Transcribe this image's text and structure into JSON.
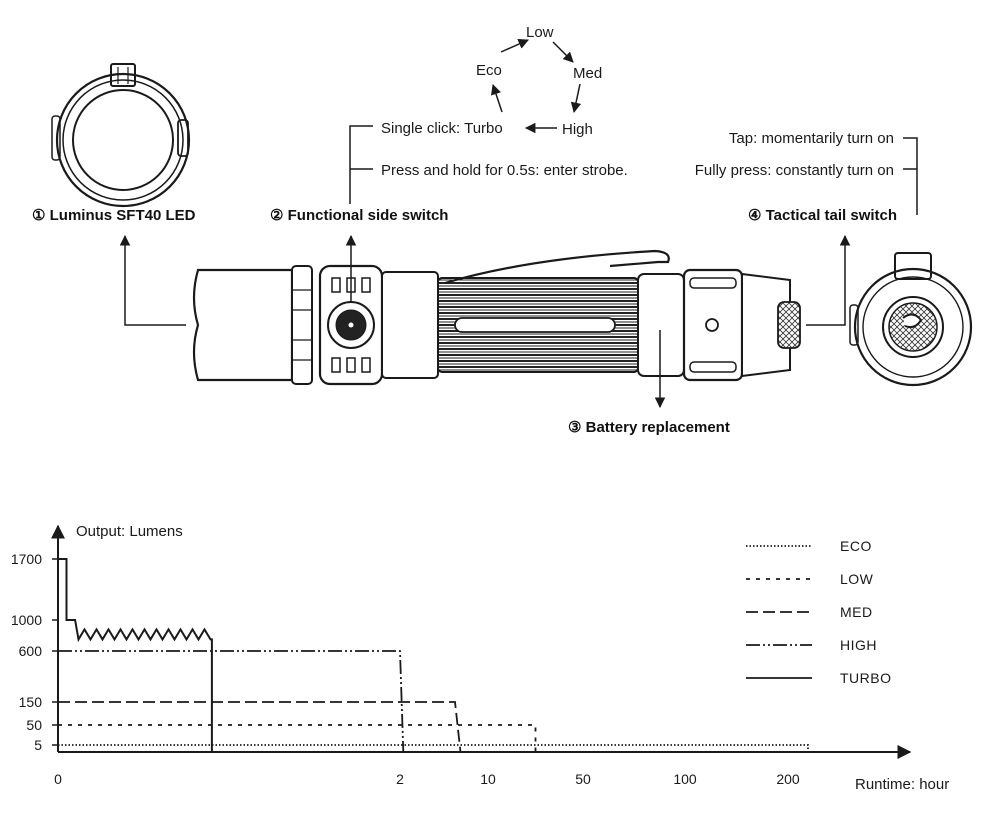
{
  "callouts": {
    "led": "① Luminus SFT40 LED",
    "side_switch": "② Functional side switch",
    "battery": "③ Battery replacement",
    "tail_switch": "④ Tactical tail switch"
  },
  "side_switch_modes": {
    "cycle": [
      "Low",
      "Med",
      "High",
      "Turbo",
      "Eco"
    ],
    "low": "Low",
    "med": "Med",
    "high": "High",
    "eco": "Eco",
    "single_click": "Single click:  Turbo",
    "press_hold": "Press and hold for 0.5s: enter strobe."
  },
  "tail_switch_modes": {
    "tap": "Tap: momentarily turn on",
    "full_press": "Fully press: constantly turn on"
  },
  "chart_data": {
    "type": "line",
    "ylabel": "Output: Lumens",
    "xlabel": "Runtime: hour",
    "y_ticks": [
      "1700",
      "1000",
      "600",
      "150",
      "50",
      "5"
    ],
    "x_ticks": [
      "0",
      "2",
      "10",
      "50",
      "100",
      "200"
    ],
    "series": [
      {
        "name": "ECO",
        "style": "dotted",
        "points": [
          [
            0,
            5
          ],
          [
            230,
            5
          ],
          [
            230,
            0
          ]
        ]
      },
      {
        "name": "LOW",
        "style": "dashed",
        "points": [
          [
            0,
            50
          ],
          [
            30,
            50
          ],
          [
            30,
            0
          ]
        ]
      },
      {
        "name": "MED",
        "style": "long-dash",
        "points": [
          [
            0,
            150
          ],
          [
            7,
            150
          ],
          [
            7.5,
            0
          ]
        ]
      },
      {
        "name": "HIGH",
        "style": "dash-dot",
        "points": [
          [
            0,
            600
          ],
          [
            2,
            600
          ],
          [
            2.3,
            0
          ]
        ]
      },
      {
        "name": "TURBO",
        "style": "solid",
        "points": [
          [
            0,
            1700
          ],
          [
            0.05,
            1700
          ],
          [
            0.07,
            1000
          ],
          [
            0.1,
            1000
          ],
          [
            0.12,
            750
          ],
          [
            0.9,
            750
          ],
          [
            0.9,
            0
          ]
        ]
      }
    ]
  }
}
